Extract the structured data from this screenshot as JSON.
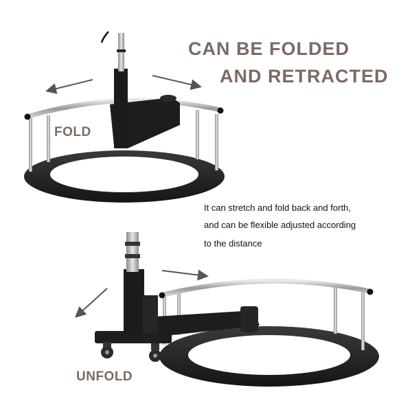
{
  "headline": {
    "line1": "CAN BE FOLDED",
    "line2": "AND RETRACTED"
  },
  "labels": {
    "fold": "FOLD",
    "unfold": "UNFOLD"
  },
  "description": {
    "line1": "It can stretch and fold back and forth,",
    "line2": "and can be flexible adjusted according",
    "line3": "to the distance"
  },
  "colors": {
    "headline_text": "#7a6b63",
    "product_black": "#1d1d1d",
    "rail_steel": "#b8b8b8",
    "arrow": "#555555"
  }
}
